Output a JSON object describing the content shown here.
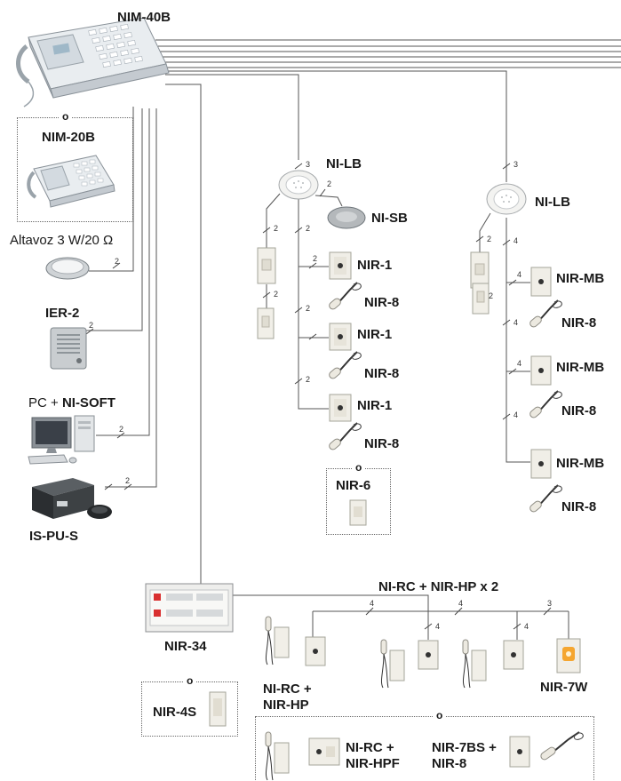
{
  "labels": {
    "nim40b": "NIM-40B",
    "nim20b": "NIM-20B",
    "speaker": "Altavoz 3 W/20 Ω",
    "ier2": "IER-2",
    "pc_prefix": "PC +",
    "nisoft": "NI-SOFT",
    "ispus": "IS-PU-S",
    "nilb1": "NI-LB",
    "nisb": "NI-SB",
    "nilb2": "NI-LB",
    "nir1_a": "NIR-1",
    "nir8_a": "NIR-8",
    "nir1_b": "NIR-1",
    "nir8_b": "NIR-8",
    "nir1_c": "NIR-1",
    "nir8_c": "NIR-8",
    "nir6": "NIR-6",
    "nirmb_a": "NIR-MB",
    "nir8_d": "NIR-8",
    "nirmb_b": "NIR-MB",
    "nir8_e": "NIR-8",
    "nirmb_c": "NIR-MB",
    "nir8_f": "NIR-8",
    "nir34": "NIR-34",
    "nir4s": "NIR-4S",
    "nirc_title": "NI-RC + NIR-HP x 2",
    "nirc_hp_1": "NI-RC +",
    "nirc_hp_2": "NIR-HP",
    "nir7w": "NIR-7W",
    "nirc_hpf_1": "NI-RC +",
    "nirc_hpf_2": "NIR-HPF",
    "nir7bs_1": "NIR-7BS +",
    "nir7bs_2": "NIR-8"
  },
  "or_marks": [
    "o",
    "o",
    "o",
    "o"
  ],
  "wire_counts": {
    "c1": "2",
    "c2": "2",
    "c3": "2",
    "c4": "2",
    "c5": "3",
    "c6": "2",
    "c7": "2",
    "c8": "2",
    "c9": "2",
    "c10": "2",
    "c11": "2",
    "c12": "2",
    "c13": "3",
    "c14": "2",
    "c15": "4",
    "c16": "2",
    "c17": "4",
    "c18": "4",
    "c19": "4",
    "c20": "4",
    "c21": "4",
    "c22": "4",
    "c23": "4",
    "c24": "3"
  }
}
